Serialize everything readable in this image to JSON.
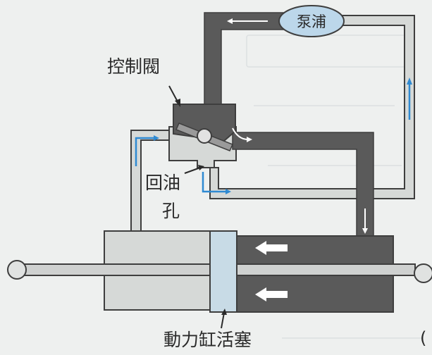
{
  "labels": {
    "pump": "泵浦",
    "control_valve": "控制閥",
    "return_hole_line1": "回油",
    "return_hole_line2": "孔",
    "piston": "動力缸活塞",
    "corner_char": "("
  },
  "colors": {
    "background": "#eef0ef",
    "high_pressure": "#5a5a5a",
    "low_pressure": "#d6d9d7",
    "outline": "#3e3e3e",
    "piston": "#c8dbe6",
    "pump_fill": "#bcd7ea",
    "flow_arrow": "#2f8ad2",
    "white_arrow": "#ffffff"
  },
  "icons": {
    "flow": "arrow-icon",
    "rod_end": "ball-joint-icon"
  }
}
